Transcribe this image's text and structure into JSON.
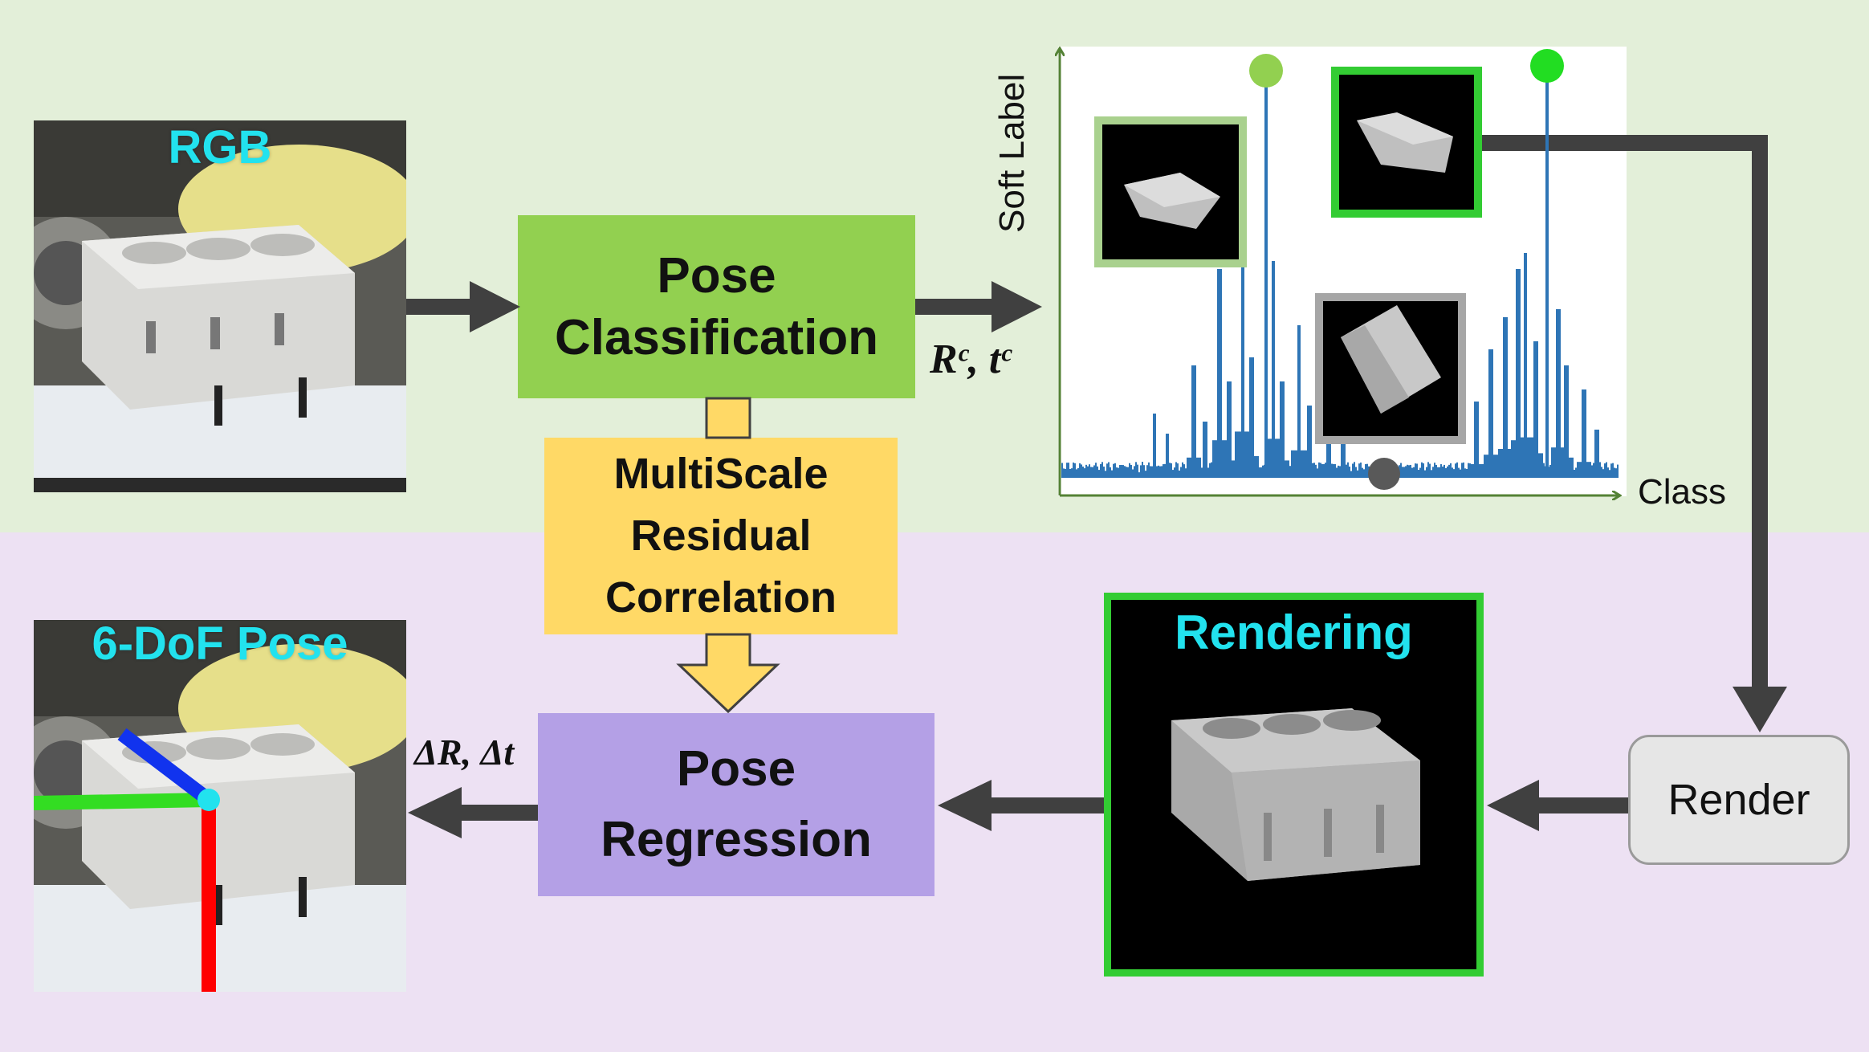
{
  "panels": {
    "rgb_label": "RGB",
    "pose_label": "6-DoF Pose"
  },
  "boxes": {
    "pose_classification": "Pose\nClassification",
    "multiscale": "MultiScale\nResidual\nCorrelation",
    "pose_regression": "Pose\nRegression",
    "render": "Render",
    "rendering_label": "Rendering"
  },
  "math": {
    "classification_output": "Rᶜ, tᶜ",
    "regression_output": "ΔR, Δt"
  },
  "chart_data": {
    "type": "bar",
    "ylabel": "Soft Label",
    "xlabel": "Class",
    "description": "Soft-label distribution over pose classes with peaks",
    "peaks_highlighted": [
      "light-green-marker",
      "green-marker",
      "gray-marker"
    ]
  },
  "colors": {
    "top_bg": "#e3efd9",
    "bottom_bg": "#ede1f3",
    "classification_box": "#92d050",
    "multiscale_box": "#ffd966",
    "regression_box": "#b4a0e6",
    "render_box": "#e6e6e6",
    "arrow": "#404040",
    "plot_bar": "#2e75b6",
    "axis": "#548235",
    "label_cyan": "#22e2ee",
    "green_frame": "#33cc33",
    "light_green_frame": "#a9d18e",
    "gray_frame": "#a6a6a6"
  }
}
